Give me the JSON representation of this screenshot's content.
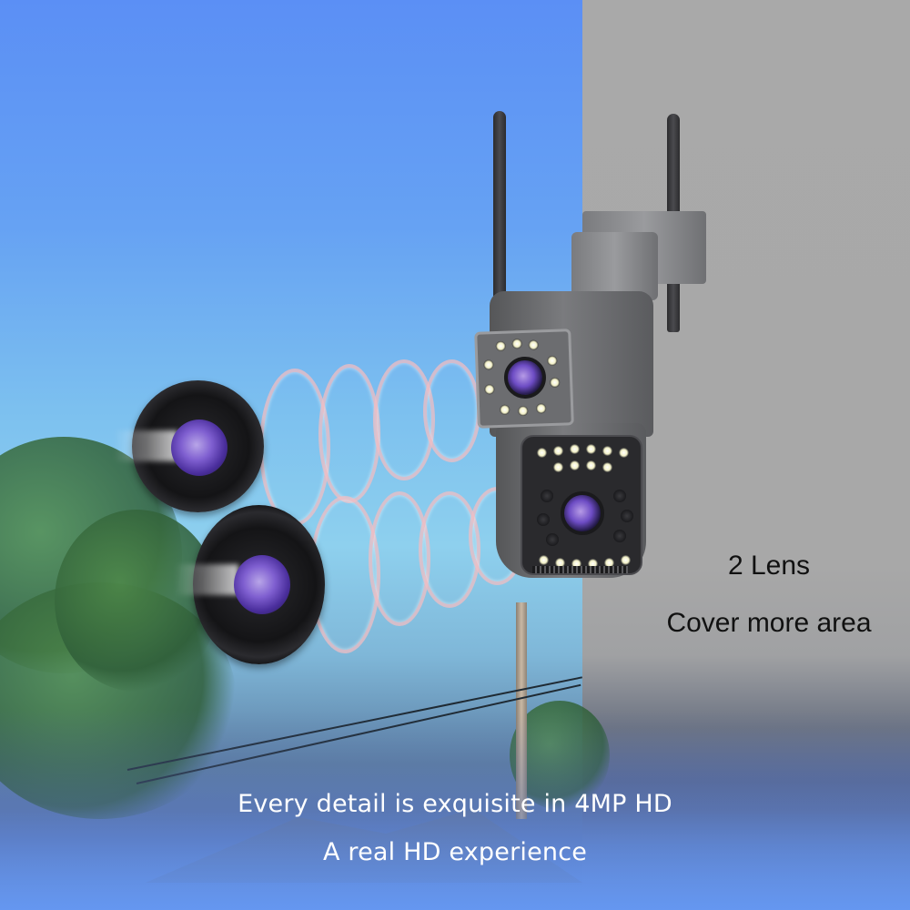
{
  "feature_panel": {
    "headline": "2 Lens",
    "subheadline": "Cover more area"
  },
  "bottom_banner": {
    "line1": "Every detail is exquisite in 4MP HD",
    "line2": "A real HD experience"
  },
  "colors": {
    "sky_top": "#5b8ff5",
    "wall_gray": "#a9a9a9",
    "bottom_blue": "#6a9cf2",
    "right_text": "#111111",
    "bottom_text": "#ffffff"
  },
  "product": {
    "type": "dual-lens PTZ wifi security camera",
    "lens_count": 2
  }
}
